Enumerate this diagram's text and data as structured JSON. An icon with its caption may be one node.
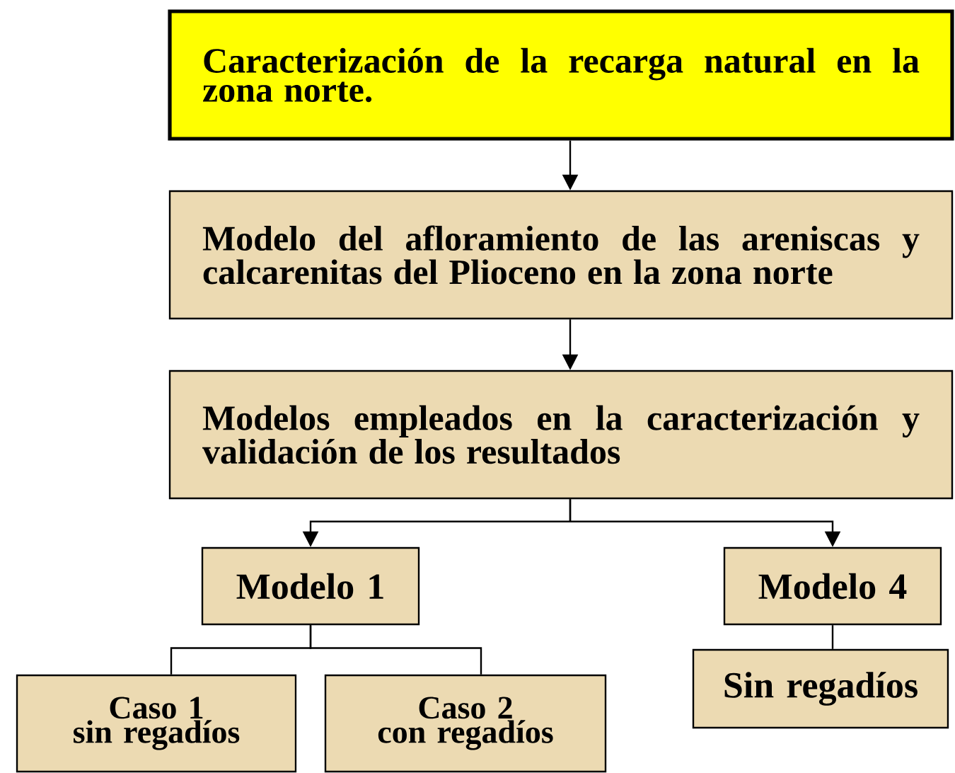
{
  "diagram": {
    "nodes": [
      {
        "text": [
          "Caracterización de la recarga natural en la zona norte."
        ]
      },
      {
        "text": [
          "Modelo del afloramiento de las areniscas y calcarenitas del Plioceno en la zona norte"
        ]
      },
      {
        "text": [
          "Modelos empleados en la caracterización y validación de los resultados"
        ]
      },
      {
        "text": [
          "Modelo 1"
        ]
      },
      {
        "text": [
          "Modelo 4"
        ]
      },
      {
        "text": [
          "Caso 1",
          "sin regadíos"
        ]
      },
      {
        "text": [
          "Caso 2",
          "con regadíos"
        ]
      },
      {
        "text": [
          "Sin regadíos"
        ]
      }
    ],
    "edges": [
      {
        "from": 0,
        "to": 1,
        "arrow": "to"
      },
      {
        "from": 1,
        "to": 2,
        "arrow": "to"
      },
      {
        "from": 2,
        "to": 3,
        "arrow": "to"
      },
      {
        "from": 2,
        "to": 4,
        "arrow": "to"
      },
      {
        "from": 3,
        "to": 5,
        "arrow": "none"
      },
      {
        "from": 3,
        "to": 6,
        "arrow": "none"
      },
      {
        "from": 4,
        "to": 7,
        "arrow": "none"
      }
    ]
  }
}
